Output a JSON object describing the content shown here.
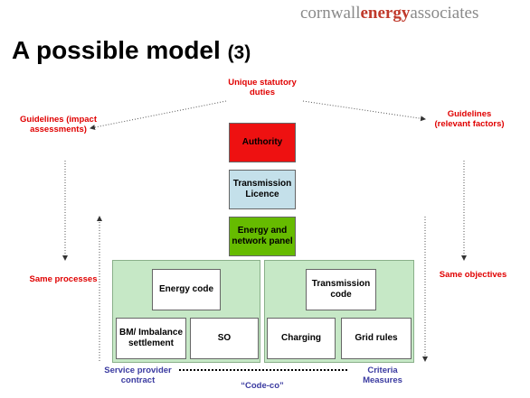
{
  "header": {
    "brand": {
      "part1": "cornwall",
      "part2": "energy",
      "part3": "associates"
    },
    "title": "A possible model",
    "title_number": "(3)"
  },
  "diagram": {
    "top_center": "Unique statutory duties",
    "left_top": "Guidelines (impact assessments)",
    "right_top": "Guidelines (relevant factors)",
    "left_mid": "Same processes",
    "right_mid": "Same objectives",
    "authority": "Authority",
    "transmission_licence": "Transmission Licence",
    "energy_network_panel": "Energy and network panel",
    "energy_code": "Energy code",
    "transmission_code": "Transmission code",
    "bm_settlement": "BM/ Imbalance settlement",
    "so": "SO",
    "charging": "Charging",
    "grid_rules": "Grid rules",
    "service_provider": "Service provider contract",
    "code_co": "“Code-co”",
    "criteria": "Criteria Measures"
  },
  "colors": {
    "authority": "#ee1111",
    "licence": "#c4e0ea",
    "panel": "#66bb00",
    "code_bg": "#c6e8c6",
    "red_text": "#e00000",
    "blue_text": "#3a3aa0"
  }
}
